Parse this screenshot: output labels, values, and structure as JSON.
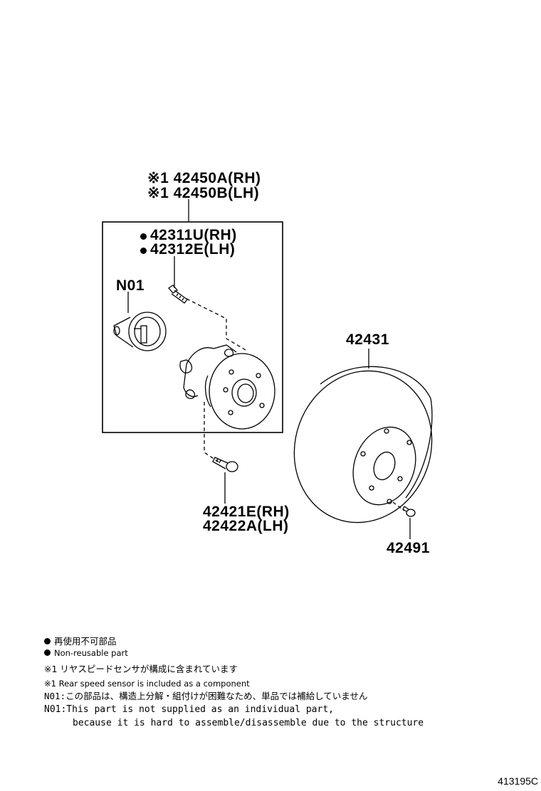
{
  "callouts": {
    "assembly_rh": "※1 42450A(RH)",
    "assembly_lh": "※1 42450B(LH)",
    "hubbolt_rh": "42311U(RH)",
    "hubbolt_lh": "42312E(LH)",
    "n01": "N01",
    "disc": "42431",
    "bolt_rh": "42421E(RH)",
    "bolt_lh": "42422A(LH)",
    "screw": "42491"
  },
  "legend": {
    "nonreuse_jp": "再使用不可部品",
    "nonreuse_en": "Non-reusable part",
    "note1_jp": "※1 リヤスピードセンサが構成に含まれています",
    "note1_en": "※1 Rear speed sensor is included as a component",
    "n01_jp": "N01:この部品は、構造上分解・組付けが困難なため、単品では補給していません",
    "n01_en_1": "N01:This part is not supplied as an individual part,",
    "n01_en_2": "because it is hard to assemble/disassemble due to the structure"
  },
  "illustration_code": "413195C"
}
